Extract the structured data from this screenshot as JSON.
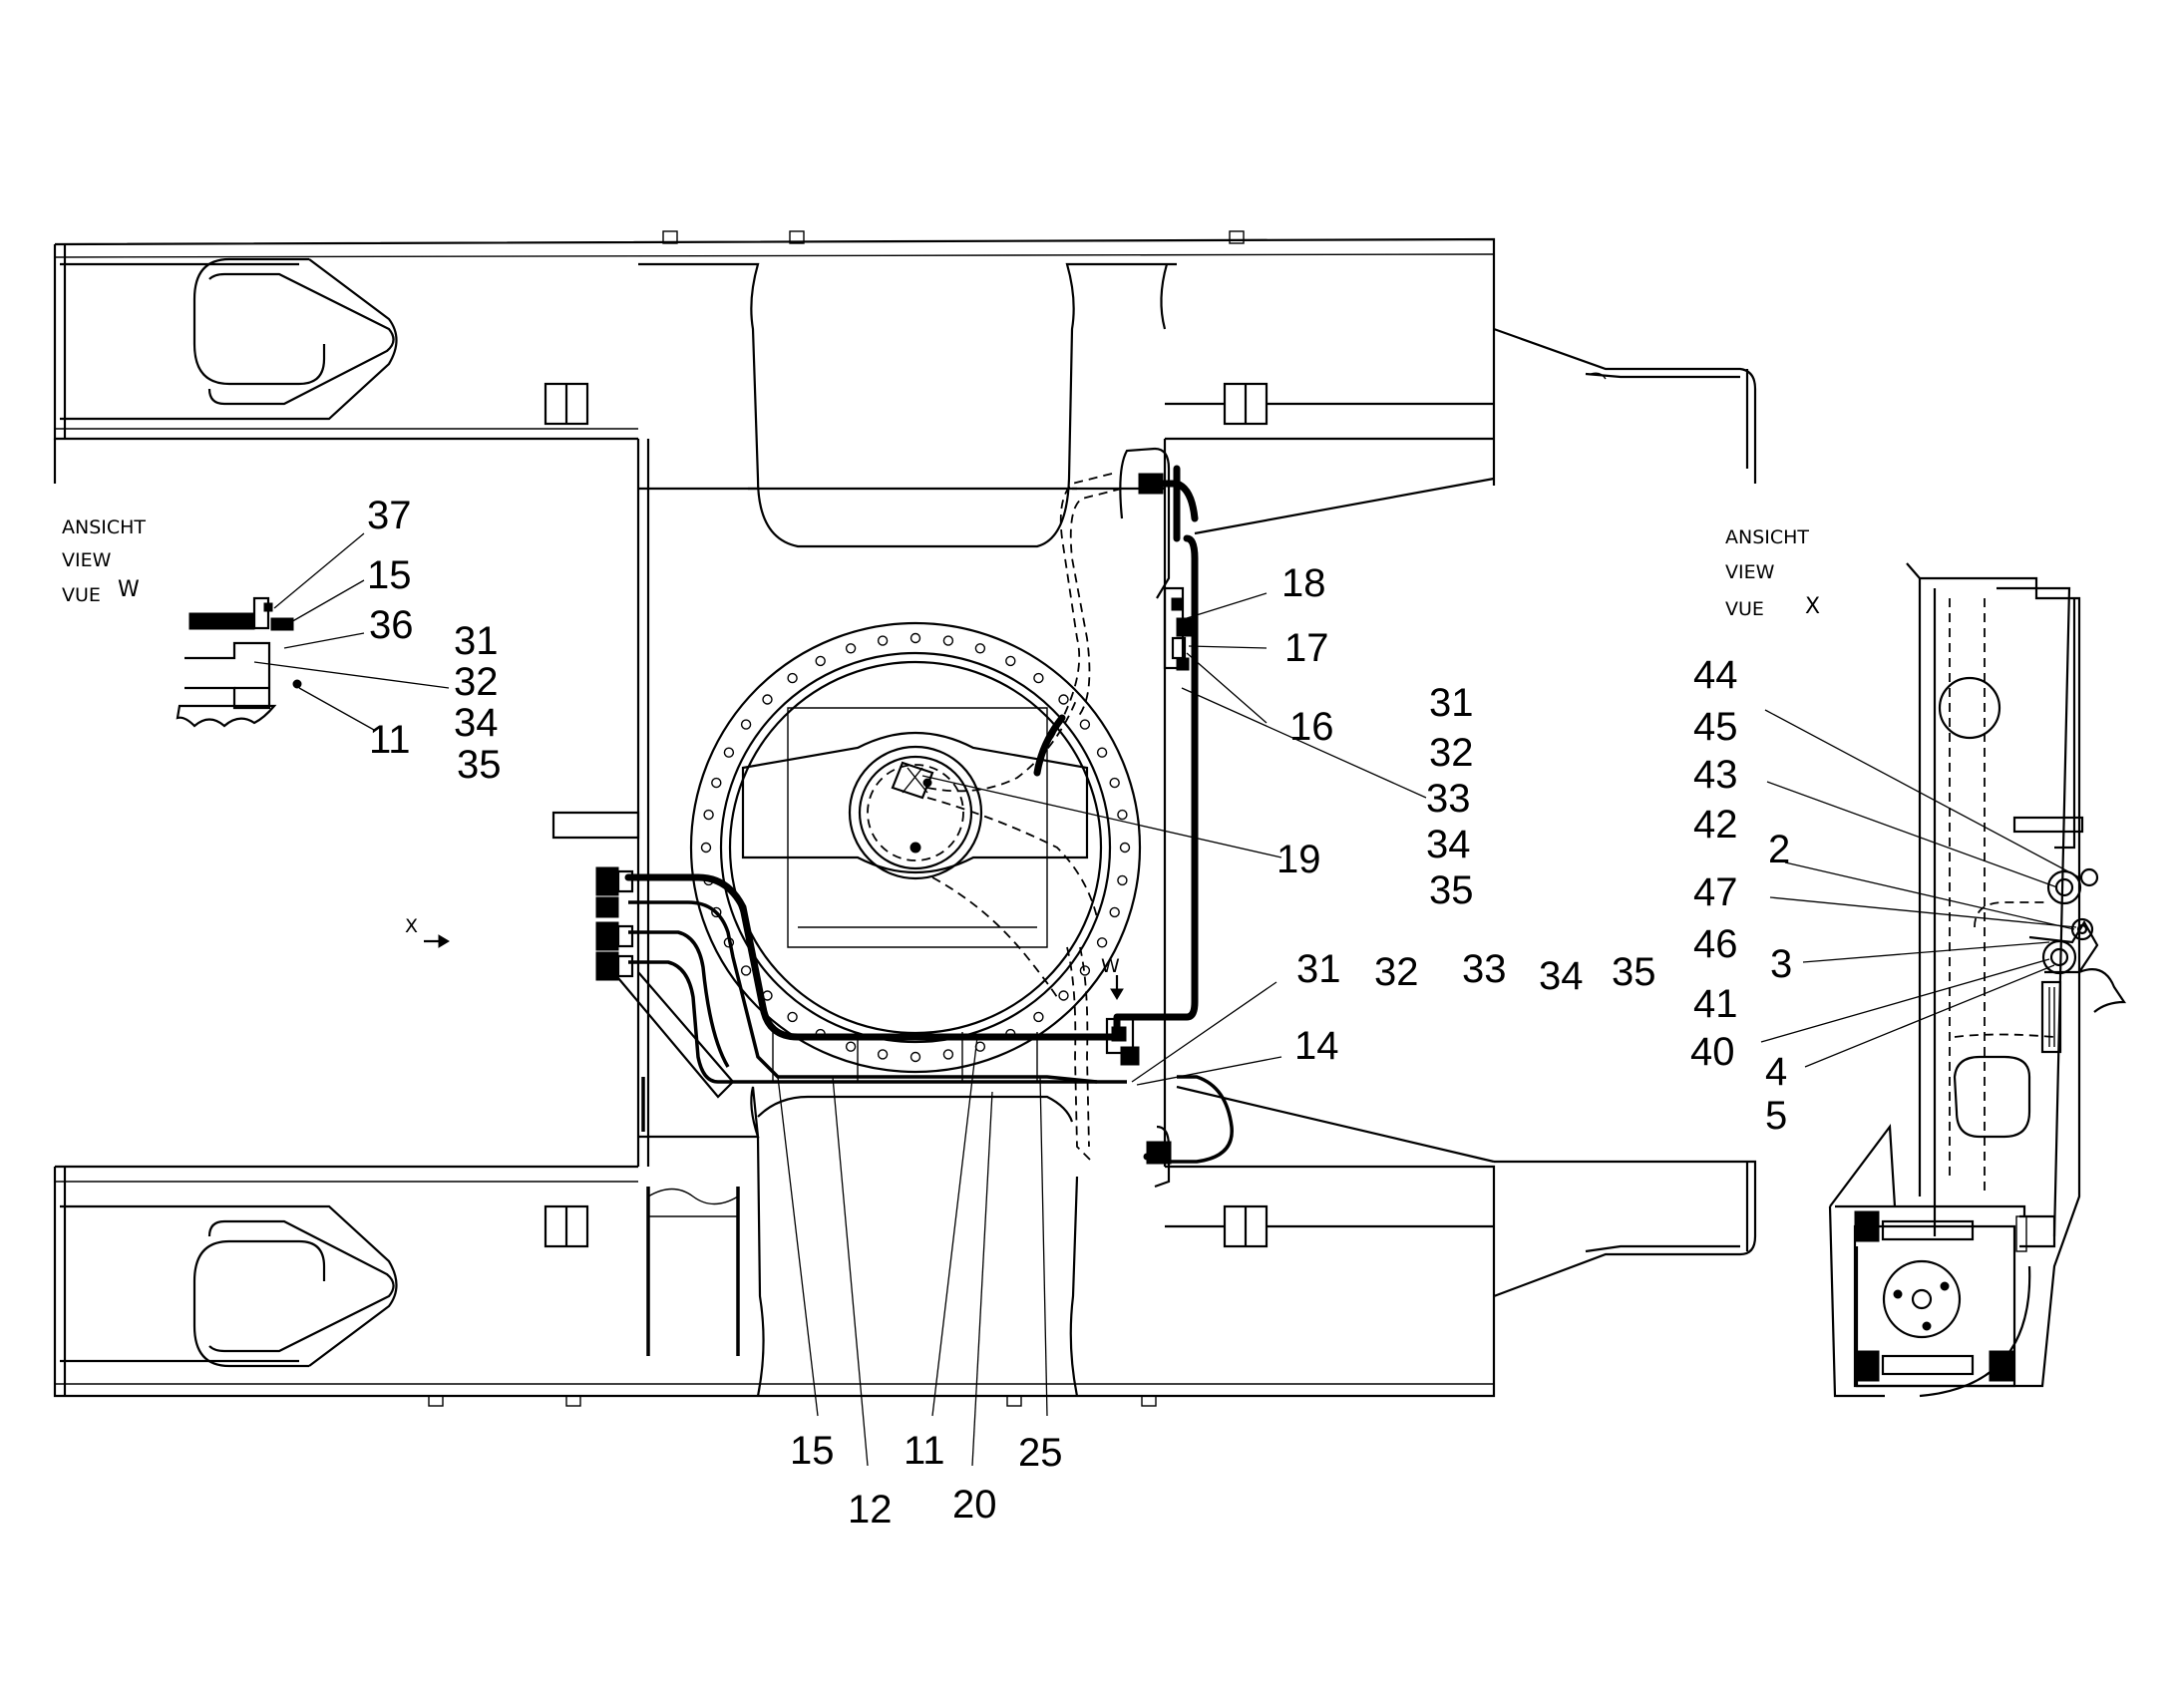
{
  "view_w": {
    "label_de": "ANSICHT",
    "label_en": "VIEW",
    "label_fr": "VUE",
    "letter": "W",
    "callouts": [
      "37",
      "15",
      "36",
      "31",
      "32",
      "34",
      "35",
      "11"
    ]
  },
  "view_x": {
    "label_de": "ANSICHT",
    "label_en": "VIEW",
    "label_fr": "VUE",
    "letter": "X",
    "callouts": [
      "44",
      "45",
      "43",
      "42",
      "2",
      "47",
      "46",
      "3",
      "41",
      "40",
      "4",
      "5"
    ]
  },
  "main_view": {
    "arrow_x_label": "X",
    "arrow_w_label": "W",
    "callouts_right_upper": [
      "18",
      "17",
      "16",
      "19"
    ],
    "callouts_right_group": [
      "31",
      "32",
      "33",
      "34",
      "35"
    ],
    "callouts_row": [
      "31",
      "32",
      "33",
      "34",
      "35"
    ],
    "callout_14": "14",
    "callouts_bottom": [
      "15",
      "12",
      "11",
      "20",
      "25"
    ]
  }
}
